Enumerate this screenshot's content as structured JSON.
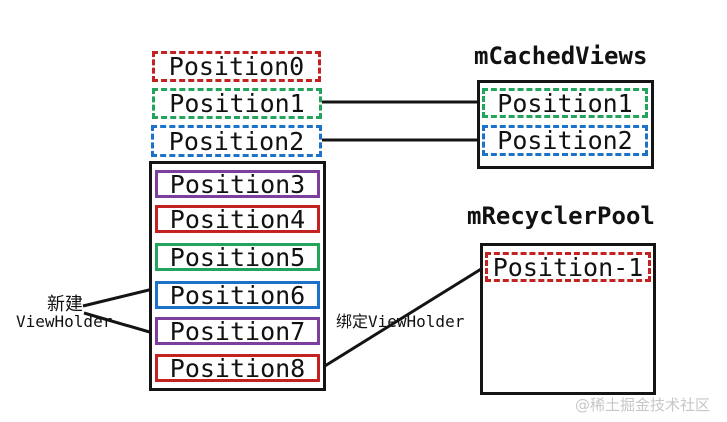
{
  "colors": {
    "line": "#141414",
    "frame_border": "#141414",
    "red": "#c42121",
    "green": "#23a45d",
    "blue": "#1b72c8",
    "purple": "#7d3f9d",
    "text": "#111111",
    "watermark": "#c7c7c7"
  },
  "scrap_list": {
    "items": [
      {
        "label": "Position0",
        "color": "#c42121"
      },
      {
        "label": "Position1",
        "color": "#23a45d"
      },
      {
        "label": "Position2",
        "color": "#1b72c8"
      }
    ]
  },
  "screen_list": {
    "items": [
      {
        "label": "Position3",
        "color": "#7d3f9d"
      },
      {
        "label": "Position4",
        "color": "#c42121"
      },
      {
        "label": "Position5",
        "color": "#23a45d"
      },
      {
        "label": "Position6",
        "color": "#1b72c8"
      },
      {
        "label": "Position7",
        "color": "#7d3f9d"
      },
      {
        "label": "Position8",
        "color": "#c42121"
      }
    ]
  },
  "cached_views": {
    "title": "mCachedViews",
    "items": [
      {
        "label": "Position1",
        "color": "#23a45d"
      },
      {
        "label": "Position2",
        "color": "#1b72c8"
      }
    ]
  },
  "recycler_pool": {
    "title": "mRecyclerPool",
    "items": [
      {
        "label": "Position-1",
        "color": "#c42121"
      }
    ]
  },
  "annotations": {
    "create_label_line1": "新建",
    "create_label_line2": "ViewHolder",
    "bind_label": "绑定ViewHolder"
  },
  "watermark": "@稀土掘金技术社区"
}
